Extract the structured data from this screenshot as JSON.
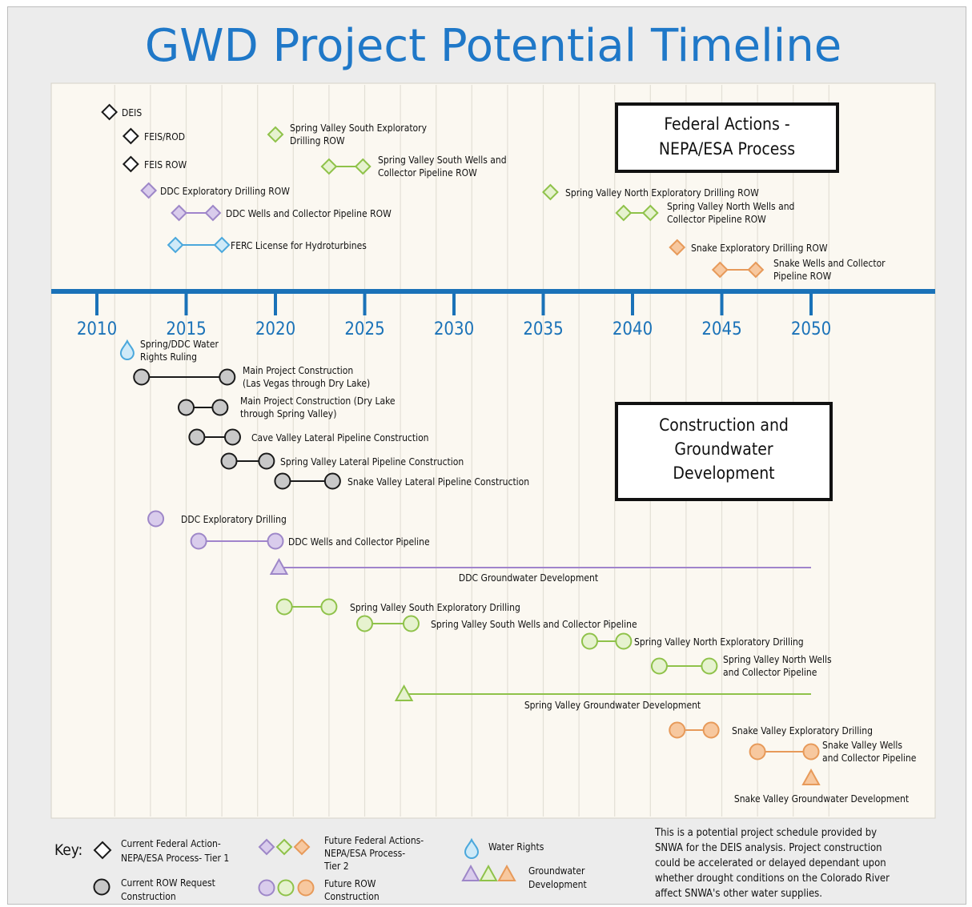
{
  "title": "GWD Project Potential Timeline",
  "years": [
    2010,
    2015,
    2020,
    2025,
    2030,
    2035,
    2040,
    2045,
    2050
  ],
  "colors": {
    "axis": "#1a72b8",
    "title": "#1f78c8",
    "black": "#1a1a1a",
    "gray_fill": "#c8c8c8",
    "purple": "#9e87c8",
    "purple_fill": "#d9ccec",
    "purple_line": "#a084cc",
    "green": "#8fc24a",
    "green_fill": "#e6f2cf",
    "green_line": "#8fc24a",
    "orange": "#e79a5a",
    "orange_fill": "#f7c89f",
    "orange_line": "#e79a5a",
    "blue": "#4ba8dc",
    "blue_fill": "#cfeaf8"
  },
  "boxes": {
    "federal": [
      "Federal Actions -",
      "NEPA/ESA Process"
    ],
    "construction": [
      "Construction  and",
      "Groundwater",
      "Development"
    ]
  },
  "federal_items": [
    {
      "label": "DEIS",
      "color": "black",
      "marks": [
        2010.7
      ]
    },
    {
      "label": "FEIS/ROD",
      "color": "black",
      "marks": [
        2011.9
      ]
    },
    {
      "label": "FEIS ROW",
      "color": "black",
      "marks": [
        2011.9
      ]
    },
    {
      "label": "DDC  Exploratory Drilling ROW",
      "color": "purple",
      "marks": [
        2012.9
      ]
    },
    {
      "label": "DDC  Wells and Collector Pipeline ROW",
      "color": "purple",
      "marks": [
        2014.6,
        2016.5
      ]
    },
    {
      "label": "FERC  License for Hydroturbines",
      "color": "blue",
      "marks": [
        2014.4,
        2017.0
      ]
    },
    {
      "label": "Spring Valley  South  Exploratory",
      "label2": "Drilling ROW",
      "color": "green",
      "marks": [
        2020.0
      ]
    },
    {
      "label": "Spring Valley  South Wells and",
      "label2": "Collector Pipeline ROW",
      "color": "green",
      "marks": [
        2023.0,
        2024.9
      ]
    },
    {
      "label": "Spring Valley  North  Exploratory Drilling ROW",
      "color": "green",
      "marks": [
        2035.4
      ]
    },
    {
      "label": "Spring Valley  North Wells and",
      "label2": "Collector Pipeline ROW",
      "color": "green",
      "marks": [
        2039.5,
        2041.0
      ]
    },
    {
      "label": "Snake Exploratory Drilling ROW",
      "color": "orange",
      "marks": [
        2042.5
      ]
    },
    {
      "label": "Snake Wells and Collector",
      "label2": "Pipeline ROW",
      "color": "orange",
      "marks": [
        2044.9,
        2046.9
      ]
    }
  ],
  "water_rights": {
    "label": "Spring/DDC Water",
    "label2": "Rights Ruling",
    "year": 2011.7
  },
  "construction_items": [
    {
      "label": "Main Project Construction",
      "label2": "(Las Vegas through Dry Lake)",
      "color": "gray",
      "start": 2012.5,
      "end": 2017.3
    },
    {
      "label": "Main Project Construction (Dry Lake",
      "label2": "through Spring Valley)",
      "color": "gray",
      "start": 2015.0,
      "end": 2016.9
    },
    {
      "label": "Cave Valley Lateral Pipeline Construction",
      "color": "gray",
      "start": 2015.6,
      "end": 2017.6
    },
    {
      "label": "Spring Valley Lateral Pipeline Construction",
      "color": "gray",
      "start": 2017.4,
      "end": 2019.5
    },
    {
      "label": "Snake Valley Lateral Pipeline Construction",
      "color": "gray",
      "start": 2020.4,
      "end": 2023.2
    },
    {
      "label": "DDC Exploratory Drilling",
      "color": "purple",
      "start": 2013.3,
      "end": null
    },
    {
      "label": "DDC Wells and Collector Pipeline",
      "color": "purple",
      "start": 2015.7,
      "end": 2020.0
    },
    {
      "label": "Spring Valley  South  Exploratory Drilling",
      "color": "green",
      "start": 2020.5,
      "end": 2023.0
    },
    {
      "label": "Spring Valley  South Wells  and Collector Pipeline",
      "color": "green",
      "start": 2025.0,
      "end": 2027.6
    },
    {
      "label": "Spring Valley  North  Exploratory Drilling",
      "color": "green",
      "start": 2037.6,
      "end": 2039.5
    },
    {
      "label": "Spring Valley  North Wells",
      "label2": "and Collector Pipeline",
      "color": "green",
      "start": 2041.5,
      "end": 2044.3
    },
    {
      "label": "Snake Valley  Exploratory Drilling",
      "color": "orange",
      "start": 2042.5,
      "end": 2044.4
    },
    {
      "label": "Snake Valley  Wells",
      "label2": "and Collector Pipeline",
      "color": "orange",
      "start": 2047.0,
      "end": 2050.0
    }
  ],
  "groundwater": [
    {
      "label": "DDC Groundwater Development",
      "color": "purple",
      "start": 2020.2,
      "end": 2050.0
    },
    {
      "label": "Spring Valley Groundwater Development",
      "color": "green",
      "start": 2027.2,
      "end": 2050.0
    },
    {
      "label": "Snake Valley Groundwater Development",
      "color": "orange",
      "start": 2050.0,
      "end": null
    }
  ],
  "key": {
    "heading": "Key:",
    "current_federal": [
      "Current Federal Action-",
      "NEPA/ESA Process- Tier 1"
    ],
    "future_federal": [
      "Future Federal Actions-",
      "NEPA/ESA Process-",
      "Tier 2"
    ],
    "water_rights": "Water Rights",
    "current_row": [
      "Current ROW Request",
      "Construction"
    ],
    "future_row": [
      "Future ROW",
      "Construction"
    ],
    "groundwater": [
      "Groundwater",
      "Development"
    ]
  },
  "note": [
    "This is a potential project schedule provided by",
    "SNWA for the DEIS analysis.  Project construction",
    "could be accelerated or delayed dependant upon",
    "whether drought conditions on the Colorado River",
    "affect SNWA's other water supplies."
  ]
}
